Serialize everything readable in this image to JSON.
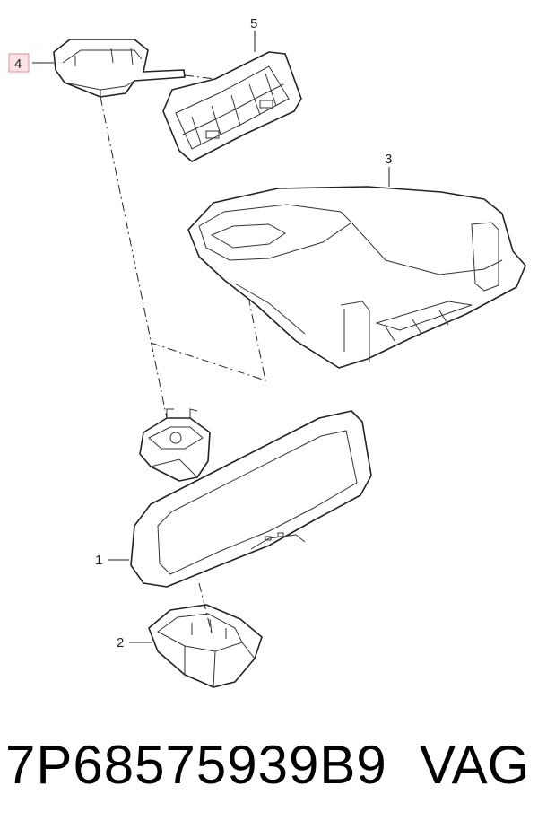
{
  "diagram": {
    "callouts": [
      {
        "id": "1",
        "label": "1"
      },
      {
        "id": "2",
        "label": "2"
      },
      {
        "id": "3",
        "label": "3"
      },
      {
        "id": "4",
        "label": "4",
        "highlighted": true
      },
      {
        "id": "5",
        "label": "5"
      }
    ],
    "highlight_color": "#e8a0a8",
    "highlight_fill": "#fbe3e6"
  },
  "footer": {
    "part_number": "7P68575939B9",
    "brand": "VAG"
  }
}
